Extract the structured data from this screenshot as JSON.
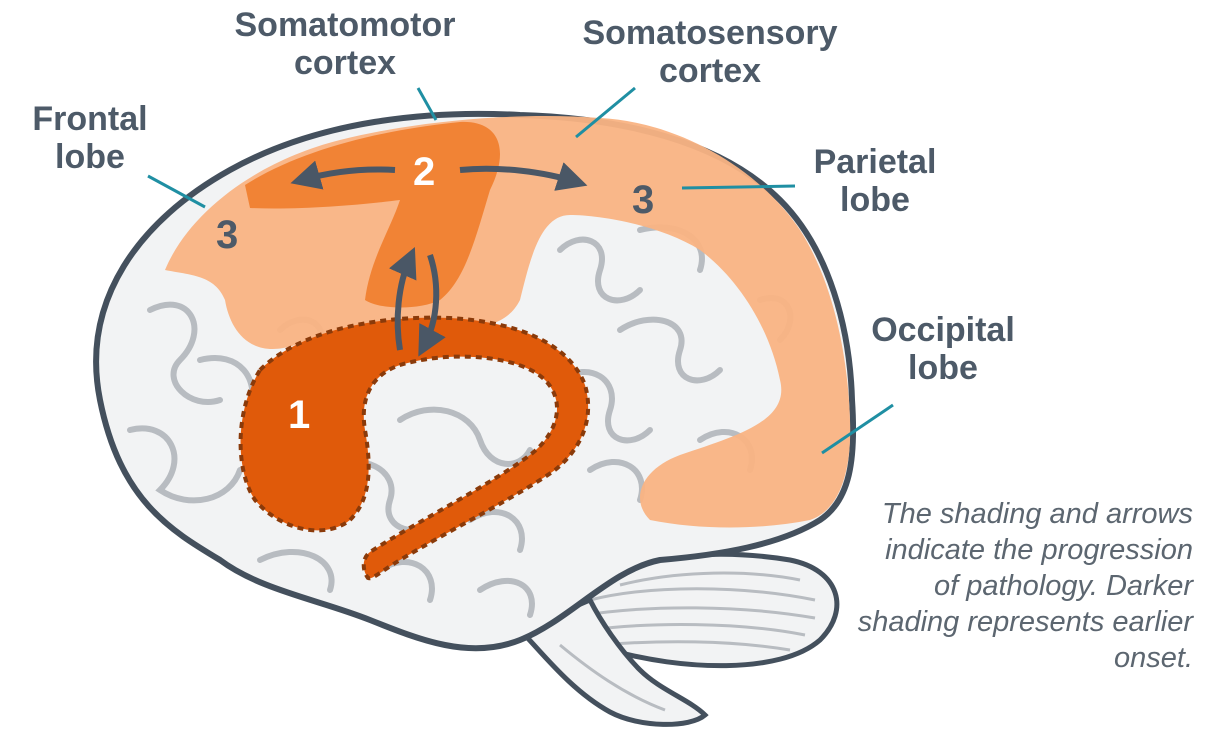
{
  "labels": {
    "frontal_lobe": [
      "Frontal",
      "lobe"
    ],
    "somatomotor_cortex": [
      "Somatomotor",
      "cortex"
    ],
    "somatosensory_cortex": [
      "Somatosensory",
      "cortex"
    ],
    "parietal_lobe": [
      "Parietal",
      "lobe"
    ],
    "occipital_lobe": [
      "Occipital",
      "lobe"
    ]
  },
  "stages": {
    "stage1": "1",
    "stage2": "2",
    "stage3_frontal": "3",
    "stage3_parietal": "3"
  },
  "caption": "The shading and arrows indicate the progression of pathology. Darker shading represents earlier onset.",
  "colors": {
    "outline": "#44505d",
    "brain_fill": "#f2f3f4",
    "sulci": "#b8bcc1",
    "light_shade": "#f9b383",
    "medium_shade": "#f07d2c",
    "dark_shade": "#e05a0a",
    "leader_line": "#1f8fa3",
    "label_text": "#4d5a68",
    "arrow": "#4a5766"
  }
}
